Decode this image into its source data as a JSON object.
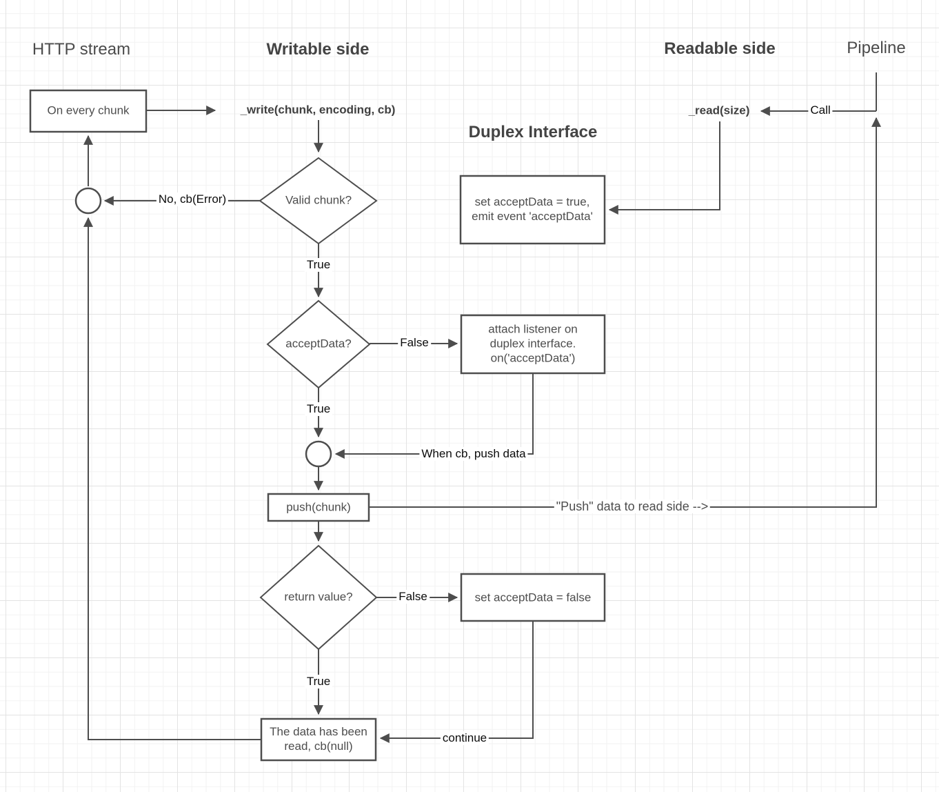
{
  "diagram": {
    "headers": {
      "http_stream": "HTTP stream",
      "writable_side": "Writable side",
      "readable_side": "Readable side",
      "pipeline": "Pipeline",
      "duplex_interface": "Duplex Interface"
    },
    "nodes": {
      "on_every_chunk": "On every chunk",
      "write_fn": "_write(chunk, encoding, cb)",
      "read_fn": "_read(size)",
      "valid_chunk": "Valid chunk?",
      "accept_data": "acceptData?",
      "set_accept_true": "set acceptData = true,\nemit event 'acceptData'",
      "attach_listener": "attach listener on\nduplex interface.\non('acceptData')",
      "push_chunk": "push(chunk)",
      "return_value": "return value?",
      "set_accept_false": "set acceptData = false",
      "data_read": "The data has been\nread, cb(null)"
    },
    "edge_labels": {
      "no_cb_error": "No, cb(Error)",
      "true_after_valid": "True",
      "false_accept": "False",
      "true_after_accept": "True",
      "when_cb_push": "When cb, push data",
      "push_to_read_side": "\"Push\" data to read side -->",
      "call": "Call",
      "false_return": "False",
      "true_after_return": "True",
      "continue": "continue"
    },
    "colors": {
      "stroke": "#4d4d4d",
      "node_text": "#4d4d4d",
      "edge_label_text": "#0b0b0b",
      "grid_minor": "#f2f2f2",
      "grid_major": "#e3e3e3",
      "background": "#ffffff"
    }
  }
}
